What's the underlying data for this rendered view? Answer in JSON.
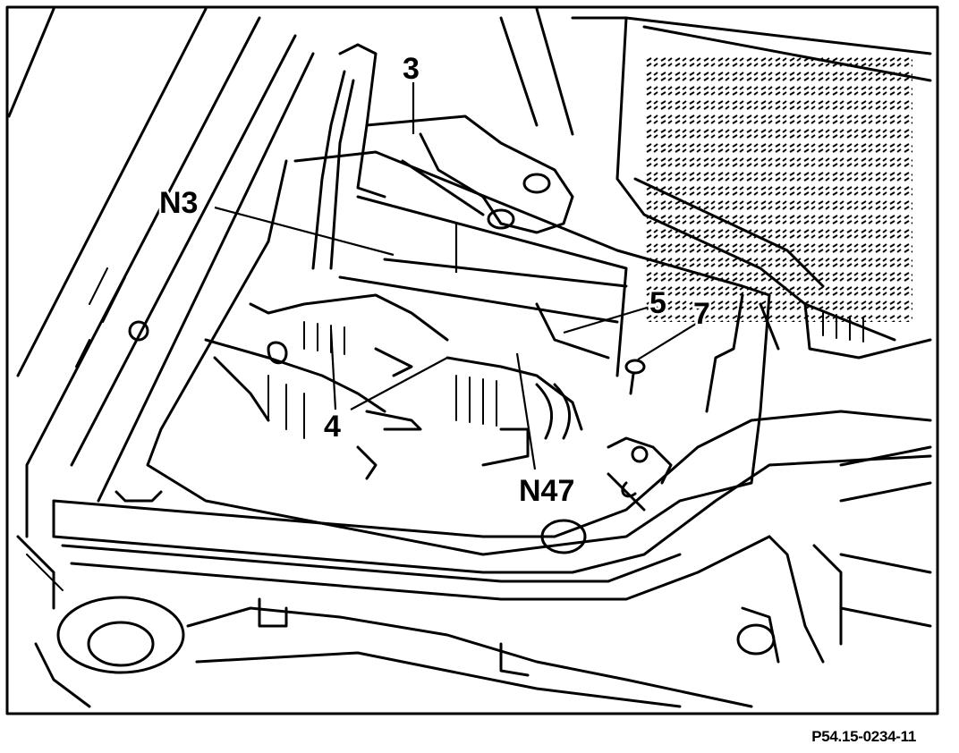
{
  "diagram": {
    "callouts": {
      "label_3": "3",
      "label_N3": "N3",
      "label_5": "5",
      "label_7": "7",
      "label_4": "4",
      "label_N47": "N47"
    },
    "figure_reference": "P54.15-0234-11"
  },
  "colors": {
    "ink": "#000000",
    "paper": "#ffffff"
  }
}
